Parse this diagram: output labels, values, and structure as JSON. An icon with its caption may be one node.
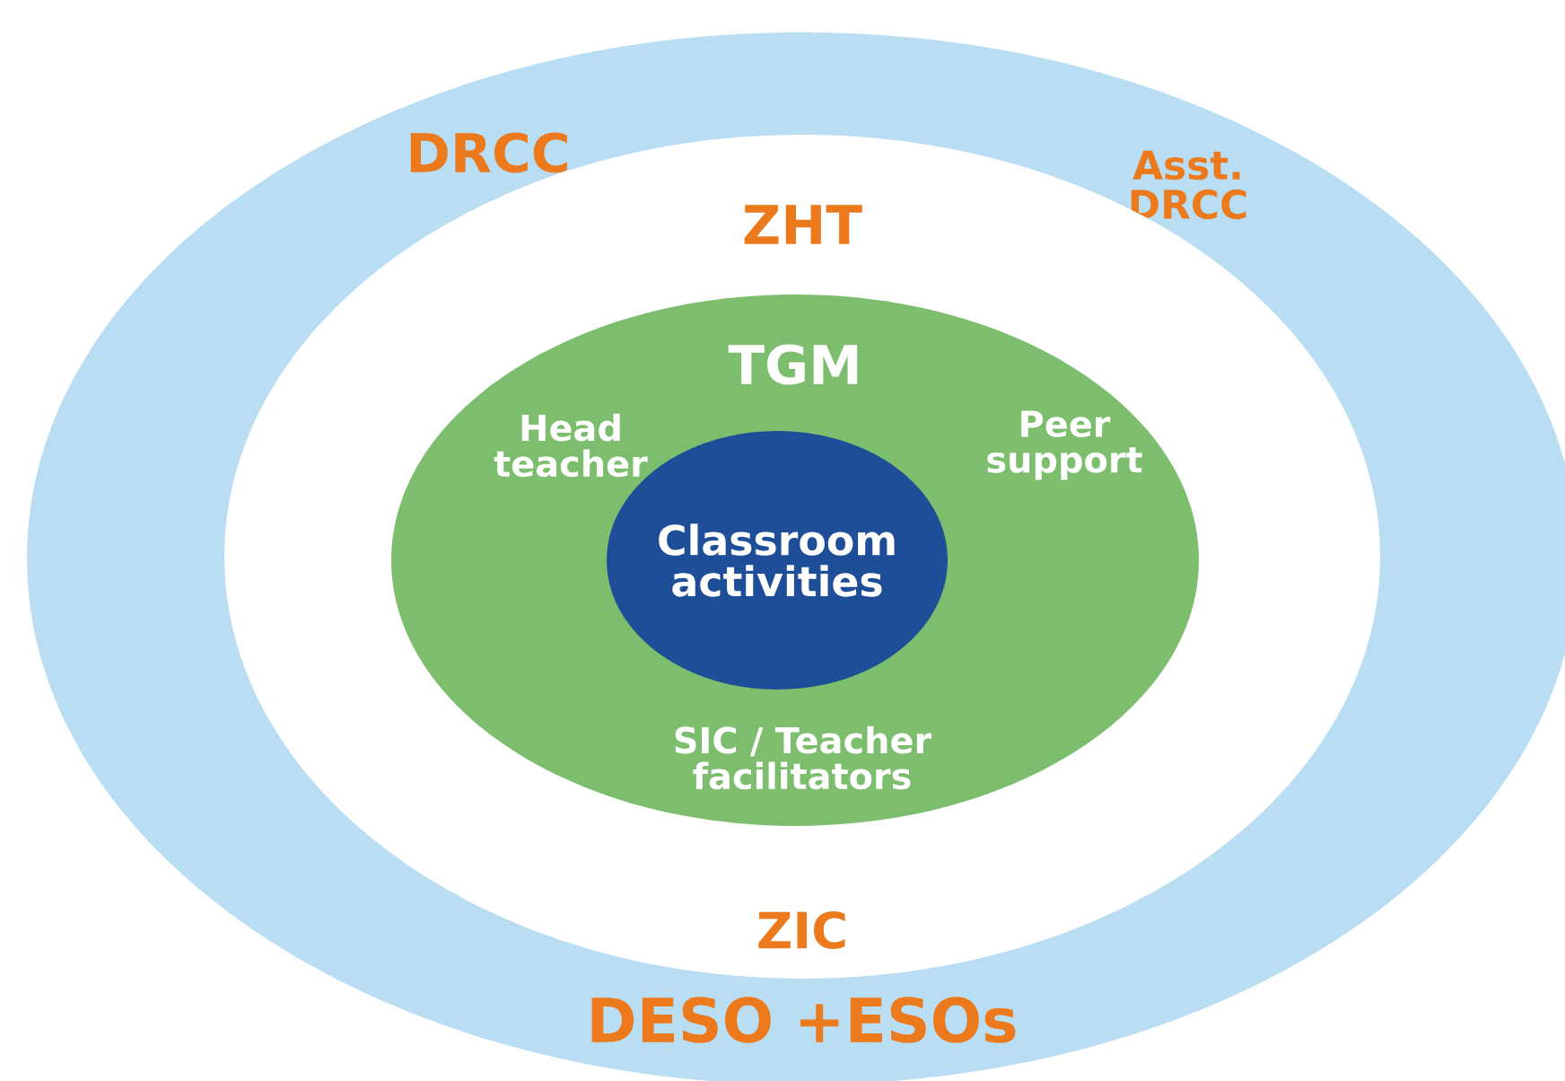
{
  "diagram": {
    "nodes": [
      {
        "text": [
          "DRCC",
          "Asst. DRCC",
          "DESO +ESOs"
        ]
      },
      {
        "text": [
          "ZHT",
          "ZIC"
        ],
        "in": 0
      },
      {
        "text": [
          "TGM",
          "Head teacher",
          "Peer support",
          "SIC / Teacher facilitators"
        ],
        "in": 1
      },
      {
        "text": [
          "Classroom activities"
        ],
        "in": 2
      }
    ]
  }
}
